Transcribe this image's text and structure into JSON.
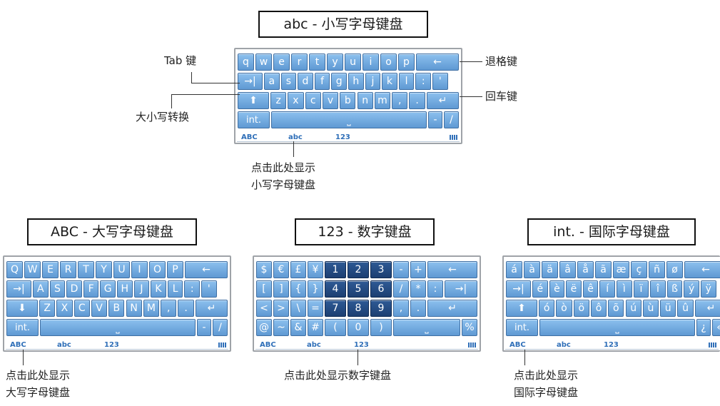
{
  "keyboards": {
    "lower": {
      "title": "abc - 小写字母键盘",
      "rows": [
        [
          "q",
          "w",
          "e",
          "r",
          "t",
          "y",
          "u",
          "i",
          "o",
          "p",
          "←"
        ],
        [
          "→|",
          "a",
          "s",
          "d",
          "f",
          "g",
          "h",
          "j",
          "k",
          "l",
          ":",
          "'"
        ],
        [
          "⬆",
          "z",
          "x",
          "c",
          "v",
          "b",
          "n",
          "m",
          ",",
          ".",
          "↵"
        ],
        [
          "int.",
          "⎵",
          "-",
          "/"
        ]
      ],
      "tabs": [
        "ABC",
        "abc",
        "123"
      ],
      "caption": [
        "点击此处显示",
        "小写字母键盘"
      ]
    },
    "upper": {
      "title": "ABC - 大写字母键盘",
      "rows": [
        [
          "Q",
          "W",
          "E",
          "R",
          "T",
          "Y",
          "U",
          "I",
          "O",
          "P",
          "←"
        ],
        [
          "→|",
          "A",
          "S",
          "D",
          "F",
          "G",
          "H",
          "J",
          "K",
          "L",
          ":",
          "'"
        ],
        [
          "⬇",
          "Z",
          "X",
          "C",
          "V",
          "B",
          "N",
          "M",
          ",",
          ".",
          "↵"
        ],
        [
          "int.",
          "⎵",
          "-",
          "/"
        ]
      ],
      "tabs": [
        "ABC",
        "abc",
        "123"
      ],
      "caption": [
        "点击此处显示",
        "大写字母键盘"
      ]
    },
    "numeric": {
      "title": "123 - 数字键盘",
      "rows": [
        [
          "$",
          "€",
          "£",
          "¥",
          "1",
          "2",
          "3",
          "-",
          "+",
          "←"
        ],
        [
          "[",
          "]",
          "{",
          "}",
          "4",
          "5",
          "6",
          "/",
          "*",
          ":",
          "→|"
        ],
        [
          "<",
          ">",
          "\\",
          "=",
          "7",
          "8",
          "9",
          ",",
          ".",
          "↵"
        ],
        [
          "@",
          "~",
          "&",
          "#",
          "(",
          "0",
          ")",
          "⎵",
          "%"
        ]
      ],
      "tabs": [
        "ABC",
        "abc",
        "123"
      ],
      "caption": [
        "点击此处显示数字键盘"
      ]
    },
    "intl": {
      "title": "int. - 国际字母键盘",
      "rows": [
        [
          "á",
          "à",
          "ä",
          "â",
          "å",
          "ã",
          "æ",
          "ç",
          "ñ",
          "ø",
          "←"
        ],
        [
          "→|",
          "é",
          "è",
          "ë",
          "ê",
          "í",
          "ì",
          "ï",
          "î",
          "ß",
          "ý",
          "ÿ"
        ],
        [
          "⬆",
          "ó",
          "ò",
          "ö",
          "ô",
          "õ",
          "ú",
          "ù",
          "ü",
          "û",
          "↵"
        ],
        [
          "int.",
          "⎵",
          "¿",
          "«"
        ]
      ],
      "tabs": [
        "ABC",
        "abc",
        "123"
      ],
      "caption": [
        "点击此处显示",
        "国际字母键盘"
      ]
    }
  },
  "annotations": {
    "tab_key": "Tab 键",
    "backspace": "退格键",
    "case_switch": "大小写转换",
    "enter": "回车键"
  },
  "colors": {
    "key": "#6fa7de",
    "key_dark": "#234b85",
    "tab_text": "#2f6fb8"
  }
}
